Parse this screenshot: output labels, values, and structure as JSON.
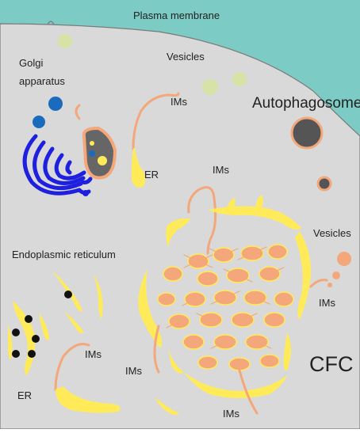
{
  "labels": {
    "plasma_membrane": "Plasma membrane",
    "golgi_line1": "Golgi",
    "golgi_line2": "apparatus",
    "vesicles_top": "Vesicles",
    "ims_upper": "IMs",
    "autophagosome": "Autophagosome",
    "er_upper": "ER",
    "ims_center": "IMs",
    "vesicles_right": "Vesicles",
    "endoplasmic_reticulum": "Endoplasmic reticulum",
    "ims_right": "IMs",
    "ims_lower_left": "IMs",
    "ims_lower_mid": "IMs",
    "cfc": "CFC",
    "er_lower": "ER",
    "ims_bottom": "IMs"
  },
  "colors": {
    "membrane": "#7ccbc4",
    "cytoplasm": "#d9d9d9",
    "er": "#ffeb5a",
    "golgi": "#1f1fe0",
    "golgi_vesicle": "#1a6bbd",
    "isolation_membrane": "#f3a77a",
    "vesicle_green": "#d6e2a6",
    "autophagosome_fill": "#555555",
    "dark_dot": "#111111"
  }
}
